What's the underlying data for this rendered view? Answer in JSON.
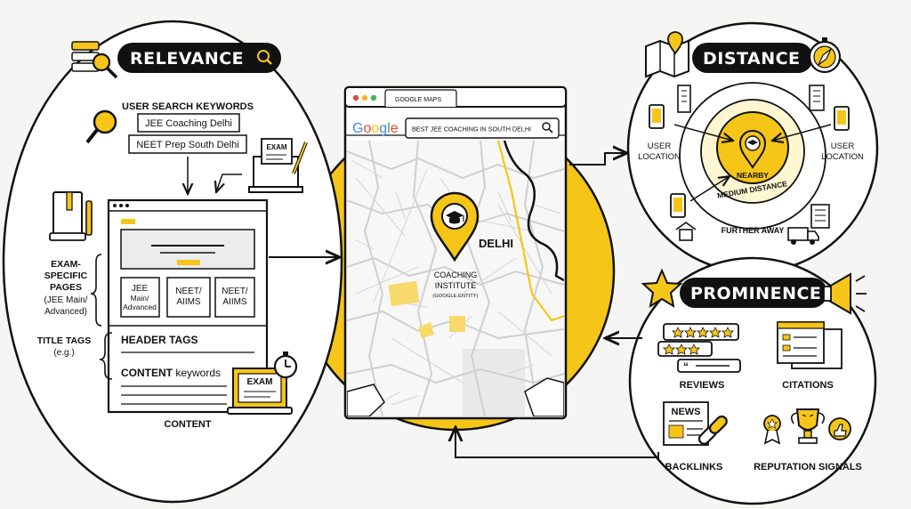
{
  "relevance": {
    "title": "RELEVANCE",
    "user_search_keywords": "USER SEARCH KEYWORDS",
    "keywords": [
      "JEE Coaching Delhi",
      "NEET Prep South Delhi"
    ],
    "exam_label": "EXAM",
    "exam_specific_pages": [
      "EXAM-",
      "SPECIFIC",
      "PAGES",
      "(JEE Main/",
      "Advanced)"
    ],
    "page_boxes": [
      [
        "JEE",
        "Main/",
        "Advanced"
      ],
      [
        "NEET/",
        "AIIMS"
      ],
      [
        "NEET/",
        "AIIMS"
      ]
    ],
    "title_tags": [
      "TITLE TAGS",
      "(e.g.)"
    ],
    "header_tags": "HEADER TAGS",
    "content_keywords_bold": "CONTENT",
    "content_keywords_rest": " keywords",
    "content": "CONTENT"
  },
  "maps": {
    "tab_title": "GOOGLE MAPS",
    "google_logo": [
      "G",
      "o",
      "o",
      "g",
      "l",
      "e"
    ],
    "logo_colors": [
      "#4285F4",
      "#EA4335",
      "#FBBC05",
      "#4285F4",
      "#34A853",
      "#EA4335"
    ],
    "search_query": "BEST JEE COACHING IN SOUTH DELHI",
    "city_label": "DELHI",
    "pin_label": [
      "COACHING",
      "INSTITUTE"
    ],
    "pin_sublabel": "(GOOGLE ENTITY)"
  },
  "distance": {
    "title": "DISTANCE",
    "user_location_left": [
      "USER",
      "LOCATION"
    ],
    "user_location_right": [
      "USER",
      "LOCATION"
    ],
    "rings": [
      "NEARBY",
      "MEDIUM DISTANCE",
      "FURTHER AWAY"
    ]
  },
  "prominence": {
    "title": "PROMINENCE",
    "reviews": "REVIEWS",
    "citations": "CITATIONS",
    "news_label": "NEWS",
    "backlinks": "BACKLINKS",
    "reputation_signals": "REPUTATION SIGNALS"
  },
  "colors": {
    "accent": "#F5C518",
    "ink": "#111111",
    "background": "#F5F5F3"
  }
}
